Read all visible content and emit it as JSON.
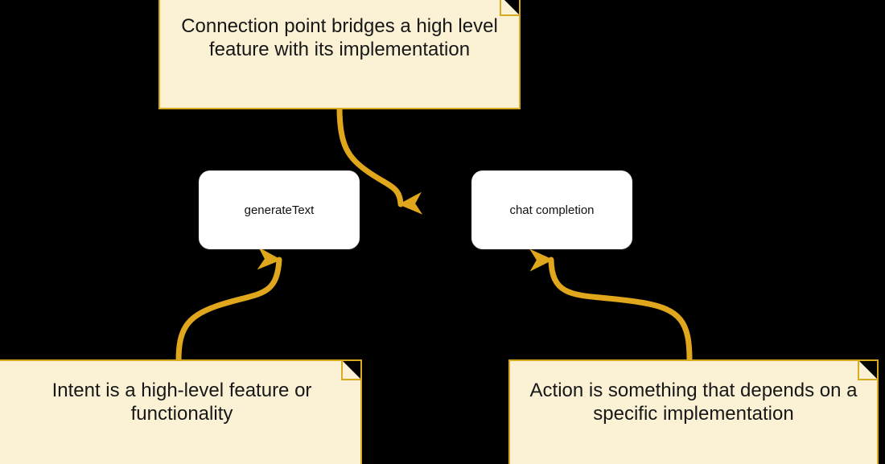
{
  "diagram": {
    "title": "Intent / Action connection point diagram",
    "background_color": "#000000",
    "note_fill": "#fbf2d6",
    "note_border": "#d9aa1e",
    "arrow_color": "#e0a61c",
    "box_fill": "#ffffff"
  },
  "notes": {
    "top": {
      "text": "Connection point bridges a high level feature with its implementation"
    },
    "bottom_left": {
      "text": "Intent is a high-level feature or functionality"
    },
    "bottom_right": {
      "text": "Action is something that depends on a specific implementation"
    }
  },
  "boxes": {
    "generate_text": {
      "label": "generateText"
    },
    "chat_completion": {
      "label": "chat completion"
    }
  },
  "connectors": [
    {
      "name": "top-note-to-connection-point",
      "from": "top-note",
      "to": "connection-point",
      "style": "curved-arrow",
      "direction": "down"
    },
    {
      "name": "intent-to-generate-text",
      "from": "bottom-left-note",
      "to": "generate-text-box",
      "style": "curved-arrow",
      "direction": "up"
    },
    {
      "name": "action-to-chat-completion",
      "from": "bottom-right-note",
      "to": "chat-completion-box",
      "style": "curved-arrow",
      "direction": "up"
    }
  ]
}
